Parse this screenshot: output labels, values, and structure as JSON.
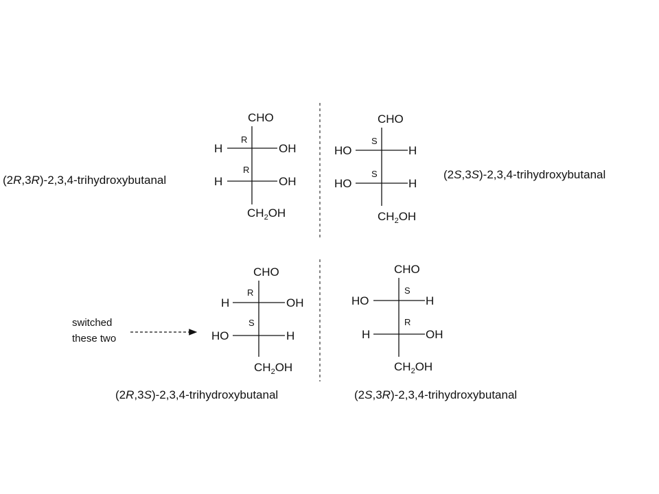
{
  "molecules": {
    "rr": {
      "top": "CHO",
      "c2_label": "R",
      "c3_label": "R",
      "c2_left": "H",
      "c2_right": "OH",
      "c3_left": "H",
      "c3_right": "OH",
      "bottom_main": "CH",
      "bottom_sub": "2",
      "bottom_end": "OH",
      "name": {
        "open": "(2",
        "d1": "R",
        "mid": ",3",
        "d2": "R",
        "rest": ")-2,3,4-trihydroxybutanal"
      }
    },
    "ss": {
      "top": "CHO",
      "c2_label": "S",
      "c3_label": "S",
      "c2_left": "HO",
      "c2_right": "H",
      "c3_left": "HO",
      "c3_right": "H",
      "bottom_main": "CH",
      "bottom_sub": "2",
      "bottom_end": "OH",
      "name": {
        "open": "(2",
        "d1": "S",
        "mid": ",3",
        "d2": "S",
        "rest": ")-2,3,4-trihydroxybutanal"
      }
    },
    "rs": {
      "top": "CHO",
      "c2_label": "R",
      "c3_label": "S",
      "c2_left": "H",
      "c2_right": "OH",
      "c3_left": "HO",
      "c3_right": "H",
      "bottom_main": "CH",
      "bottom_sub": "2",
      "bottom_end": "OH",
      "name": {
        "open": "(2",
        "d1": "R",
        "mid": ",3",
        "d2": "S",
        "rest": ")-2,3,4-trihydroxybutanal"
      }
    },
    "sr": {
      "top": "CHO",
      "c2_label": "S",
      "c3_label": "R",
      "c2_left": "HO",
      "c2_right": "H",
      "c3_left": "H",
      "c3_right": "OH",
      "bottom_main": "CH",
      "bottom_sub": "2",
      "bottom_end": "OH",
      "name": {
        "open": "(2",
        "d1": "S",
        "mid": ",3",
        "d2": "R",
        "rest": ")-2,3,4-trihydroxybutanal"
      }
    }
  },
  "annotation": {
    "line1": "switched",
    "line2": "these two"
  }
}
